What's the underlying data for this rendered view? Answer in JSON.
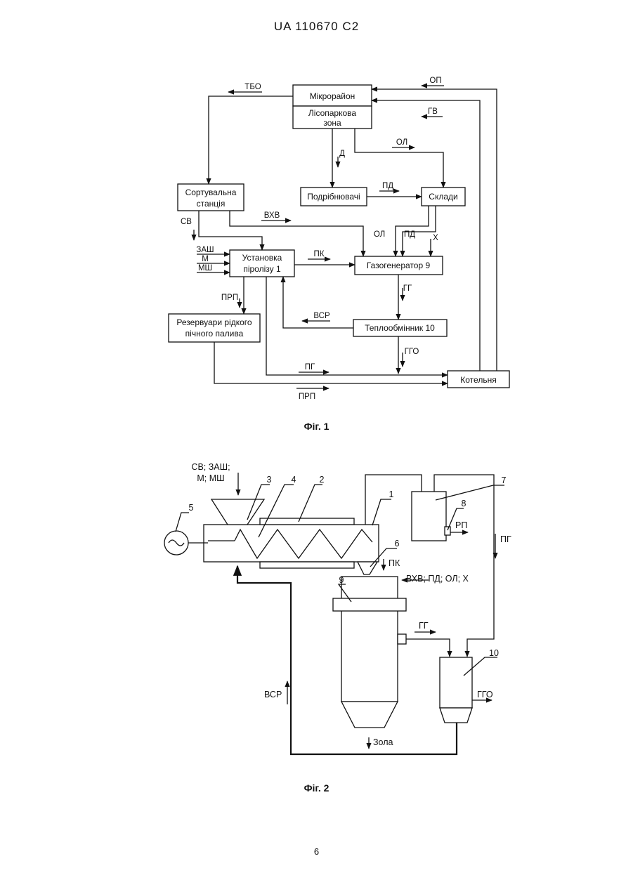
{
  "header": {
    "patent_number": "UA   110670   C2"
  },
  "fig1": {
    "caption": "Фіг. 1",
    "boxes": {
      "mikroraion": "Мікрорайон",
      "lisoparkova_1": "Лісопаркова",
      "lisoparkova_2": "зона",
      "sortuvalna_1": "Сортувальна",
      "sortuvalna_2": "станція",
      "podribniuvachi": "Подрібнювачі",
      "sklady": "Склади",
      "ustanovka_1": "Установка",
      "ustanovka_2": "піролізу 1",
      "gazogenerator": "Газогенератор 9",
      "rezervuary_1": "Резервуари рідкого",
      "rezervuary_2": "пічного палива",
      "teploobminnyk": "Теплообмінник 10",
      "kotelnia": "Котельня"
    },
    "labels": {
      "tbo": "ТБО",
      "op": "ОП",
      "gv": "ГВ",
      "d": "Д",
      "ol_top": "ОЛ",
      "pd_mid": "ПД",
      "khv": "ВХВ",
      "sv": "СВ",
      "zash": "ЗАШ",
      "m": "М",
      "msh": "МШ",
      "pk": "ПК",
      "ol": "ОЛ",
      "pd": "ПД",
      "x": "Х",
      "gg": "ГГ",
      "prp_left": "ПРП",
      "vsr": "ВСР",
      "ggo": "ГГО",
      "pg": "ПГ",
      "prp_bottom": "ПРП"
    }
  },
  "fig2": {
    "caption": "Фіг. 2",
    "inputs_1": "СВ; ЗАШ;",
    "inputs_2": "М; МШ",
    "numbers": {
      "n1": "1",
      "n2": "2",
      "n3": "3",
      "n4": "4",
      "n5": "5",
      "n6": "6",
      "n7": "7",
      "n8": "8",
      "n9": "9",
      "n10": "10"
    },
    "labels": {
      "rp": "РП",
      "pg": "ПГ",
      "pk": "ПК",
      "gas_inputs": "ВХВ; ПД; ОЛ; Х",
      "gg": "ГГ",
      "ggo": "ГГО",
      "vsr": "ВСР",
      "zola": "Зола"
    }
  },
  "page_number": "6"
}
